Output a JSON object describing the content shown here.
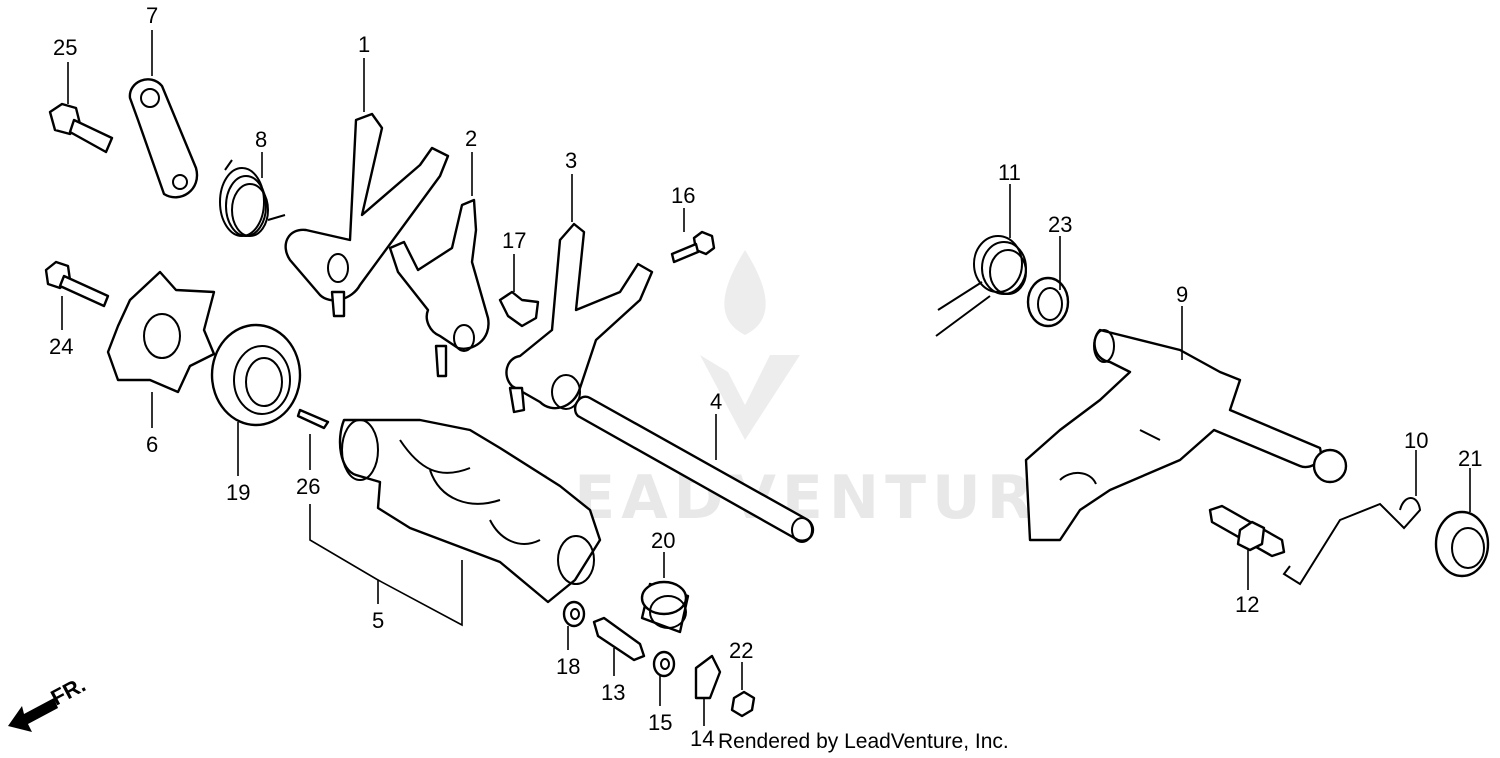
{
  "diagram": {
    "labels": [
      "1",
      "2",
      "3",
      "4",
      "5",
      "6",
      "7",
      "8",
      "9",
      "10",
      "11",
      "12",
      "13",
      "14",
      "15",
      "16",
      "17",
      "18",
      "19",
      "20",
      "21",
      "22",
      "23",
      "24",
      "25",
      "26"
    ],
    "direction_label": "FR.",
    "credit": "Rendered by LeadVenture, Inc.",
    "watermark": "LEADVENTURE"
  }
}
